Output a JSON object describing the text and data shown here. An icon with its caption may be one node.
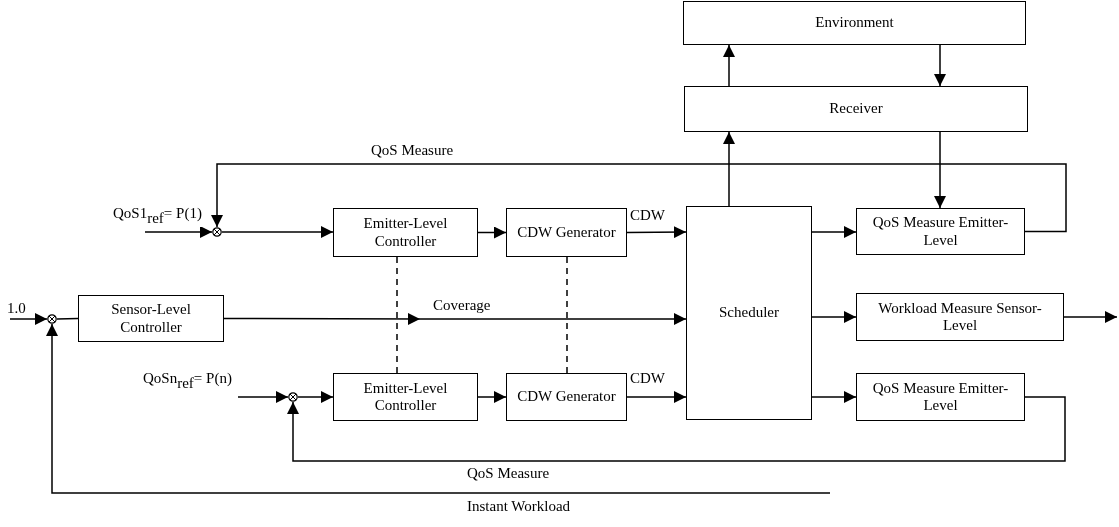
{
  "diagram": {
    "nodes": [
      {
        "text": [
          "Environment"
        ]
      },
      {
        "text": [
          "Receiver"
        ]
      },
      {
        "text": [],
        "shape": "circle"
      },
      {
        "text": [
          "Emitter-Level Controller"
        ]
      },
      {
        "text": [
          "CDW Generator"
        ]
      },
      {
        "text": [
          "Scheduler"
        ]
      },
      {
        "text": [
          "QoS Measure Emitter-Level"
        ]
      },
      {
        "text": [],
        "shape": "circle"
      },
      {
        "text": [
          "Sensor-Level Controller"
        ]
      },
      {
        "text": [
          "Workload Measure Sensor-Level"
        ]
      },
      {
        "text": [],
        "shape": "circle"
      },
      {
        "text": [
          "Emitter-Level Controller"
        ]
      },
      {
        "text": [
          "CDW Generator"
        ]
      },
      {
        "text": [
          "QoS Measure Emitter-Level"
        ]
      }
    ],
    "edges": [
      {
        "from": null,
        "to": 7,
        "arrow": "to",
        "label": "1.0"
      },
      {
        "from": 7,
        "to": 8,
        "arrow": "none"
      },
      {
        "from": 8,
        "to": 5,
        "arrow": "to",
        "label": "Coverage"
      },
      {
        "from": null,
        "to": 2,
        "arrow": "to",
        "label": "QoS1$_{ref}$= P(1)"
      },
      {
        "from": 2,
        "to": 3,
        "arrow": "to"
      },
      {
        "from": 3,
        "to": 4,
        "arrow": "to"
      },
      {
        "from": 4,
        "to": 5,
        "arrow": "to",
        "label": "CDW"
      },
      {
        "from": 5,
        "to": 6,
        "arrow": "to"
      },
      {
        "from": 6,
        "to": 2,
        "arrow": "to",
        "label": "QoS Measure"
      },
      {
        "from": 5,
        "to": 1,
        "arrow": "to"
      },
      {
        "from": 1,
        "to": 0,
        "arrow": "to"
      },
      {
        "from": 0,
        "to": 1,
        "arrow": "to"
      },
      {
        "from": 1,
        "to": 6,
        "arrow": "to"
      },
      {
        "from": 5,
        "to": 9,
        "arrow": "to"
      },
      {
        "from": 9,
        "to": null,
        "arrow": "to"
      },
      {
        "from": null,
        "to": 10,
        "arrow": "to",
        "label": "QoSn$_{ref}$= P(n)"
      },
      {
        "from": 10,
        "to": 11,
        "arrow": "to"
      },
      {
        "from": 11,
        "to": 12,
        "arrow": "to"
      },
      {
        "from": 12,
        "to": 5,
        "arrow": "to",
        "label": "CDW"
      },
      {
        "from": 5,
        "to": 13,
        "arrow": "to"
      },
      {
        "from": 13,
        "to": 10,
        "arrow": "to",
        "label": "QoS Measure"
      },
      {
        "from": null,
        "to": 7,
        "arrow": "to",
        "label": "Instant Workload"
      },
      {
        "from": 3,
        "to": 11,
        "arrow": "none",
        "style": "dashed"
      },
      {
        "from": 4,
        "to": 12,
        "arrow": "none",
        "style": "dashed"
      }
    ]
  }
}
